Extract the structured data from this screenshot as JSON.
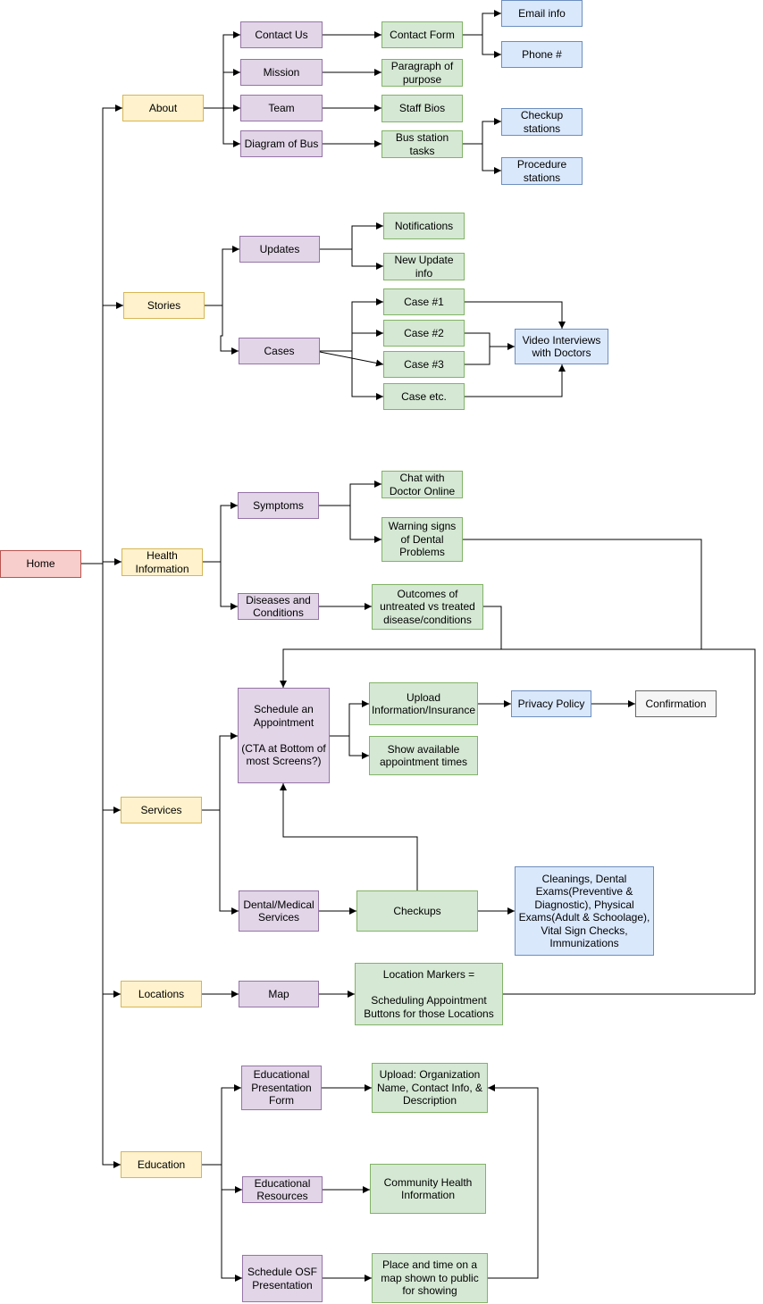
{
  "colors": {
    "root": "#f8cecc",
    "section": "#fff2cc",
    "page": "#e1d5e7",
    "content": "#d5e8d4",
    "detail": "#dae8fc",
    "final": "#f5f5f5",
    "edge": "#000000"
  },
  "nodes": {
    "home": "Home",
    "about": "About",
    "stories": "Stories",
    "health_information": "Health Information",
    "services": "Services",
    "locations": "Locations",
    "education": "Education",
    "contact_us": "Contact Us",
    "mission": "Mission",
    "team": "Team",
    "diagram_of_bus": "Diagram of Bus",
    "contact_form": "Contact Form",
    "paragraph_of_purpose": "Paragraph of purpose",
    "staff_bios": "Staff Bios",
    "bus_station_tasks": "Bus station tasks",
    "email_info": "Email info",
    "phone": "Phone #",
    "checkup_stations": "Checkup stations",
    "procedure_stations": "Procedure stations",
    "updates": "Updates",
    "cases": "Cases",
    "notifications": "Notifications",
    "new_update_info": "New Update info",
    "case_1": "Case #1",
    "case_2": "Case #2",
    "case_3": "Case #3",
    "case_etc": "Case etc.",
    "video_interviews": "Video Interviews with Doctors",
    "symptoms": "Symptoms",
    "diseases_conditions": "Diseases and Conditions",
    "chat_with_doctor": "Chat with Doctor Online",
    "warning_signs": "Warning signs of Dental Problems",
    "outcomes": "Outcomes of untreated vs treated disease/conditions",
    "schedule_appointment": "Schedule an Appointment\n\n(CTA at Bottom of most Screens?)",
    "upload_info": "Upload Information/Insurance",
    "show_times": "Show available appointment times",
    "privacy_policy": "Privacy Policy",
    "confirmation": "Confirmation",
    "dental_medical_services": "Dental/Medical Services",
    "checkups": "Checkups",
    "checkup_list": "Cleanings, Dental Exams(Preventive & Diagnostic), Physical Exams(Adult & Schoolage), Vital Sign Checks, Immunizations",
    "map": "Map",
    "location_markers": "Location Markers =\n\nScheduling Appointment Buttons for those Locations",
    "edu_presentation_form": "Educational Presentation Form",
    "edu_resources": "Educational Resources",
    "schedule_osf": "Schedule OSF Presentation",
    "upload_org": "Upload: Organization Name, Contact Info, & Description",
    "community_health": "Community Health Information",
    "place_time_map": "Place and time on a map shown to public for showing"
  }
}
